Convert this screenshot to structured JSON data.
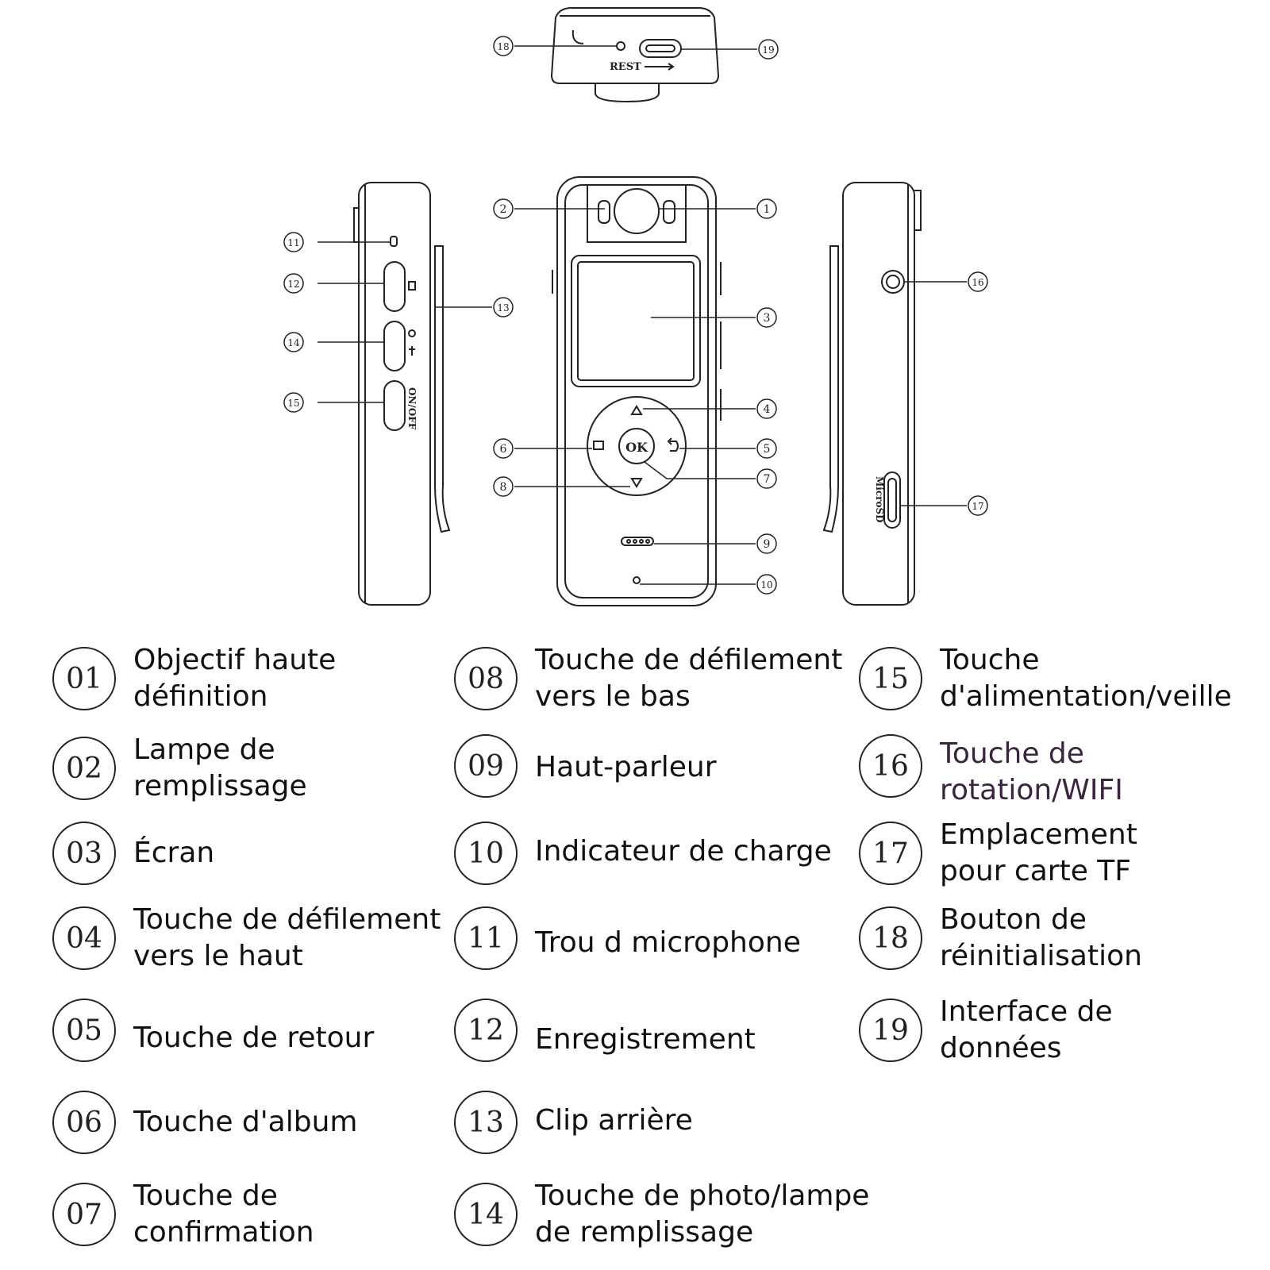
{
  "device_labels": {
    "rest": "REST",
    "ok": "OK",
    "onoff": "ON/OFF",
    "microsd": "MicroSD"
  },
  "callouts": [
    "1",
    "2",
    "3",
    "4",
    "5",
    "6",
    "7",
    "8",
    "9",
    "10",
    "11",
    "12",
    "13",
    "14",
    "15",
    "16",
    "17",
    "18",
    "19"
  ],
  "legend": [
    {
      "num": "01",
      "label": "Objectif haute\ndéfinition"
    },
    {
      "num": "02",
      "label": "Lampe de\nremplissage"
    },
    {
      "num": "03",
      "label": "Écran"
    },
    {
      "num": "04",
      "label": "Touche de défilement\nvers le haut"
    },
    {
      "num": "05",
      "label": "Touche de retour"
    },
    {
      "num": "06",
      "label": "Touche d'album"
    },
    {
      "num": "07",
      "label": "Touche de\nconfirmation"
    },
    {
      "num": "08",
      "label": "Touche de défilement\nvers le bas"
    },
    {
      "num": "09",
      "label": "Haut-parleur"
    },
    {
      "num": "10",
      "label": "Indicateur de charge"
    },
    {
      "num": "11",
      "label": "Trou d microphone"
    },
    {
      "num": "12",
      "label": "Enregistrement"
    },
    {
      "num": "13",
      "label": "Clip arrière"
    },
    {
      "num": "14",
      "label": "Touche de photo/lampe\nde remplissage"
    },
    {
      "num": "15",
      "label": "Touche\nd'alimentation/veille"
    },
    {
      "num": "16",
      "label": "Touche de\nrotation/WIFI"
    },
    {
      "num": "17",
      "label": "Emplacement\npour carte TF"
    },
    {
      "num": "18",
      "label": "Bouton de\nréinitialisation"
    },
    {
      "num": "19",
      "label": "Interface de\ndonnées"
    }
  ],
  "colors": {
    "line": "#222222",
    "accent_text": "#3a2440"
  }
}
